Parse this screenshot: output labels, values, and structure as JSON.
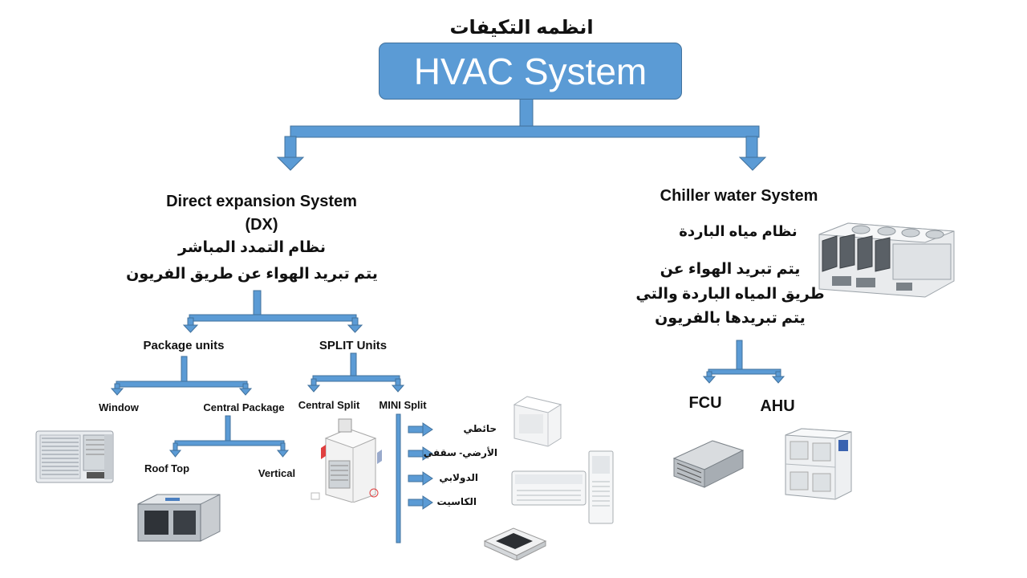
{
  "title_ar": "انظمه التكيفات",
  "root_label": "HVAC System",
  "dx": {
    "title_line1": "Direct expansion System",
    "title_line2": "(DX)",
    "ar_line1": "نظام التمدد المباشر",
    "ar_line2": "يتم تبريد الهواء عن طريق الفريون",
    "package_units": "Package units",
    "split_units": "SPLIT Units",
    "window": "Window",
    "central_package": "Central Package",
    "roof_top": "Roof Top",
    "vertical": "Vertical",
    "central_split": "Central Split",
    "mini_split": "MINI Split",
    "mini_types": [
      "حائطي",
      "الأرضي- سقفي",
      "الدولابي",
      "الكاسيت"
    ]
  },
  "chiller": {
    "title": "Chiller water System",
    "ar_name": "نظام مياه الباردة",
    "ar_desc_line1": "يتم تبريد الهواء عن",
    "ar_desc_line2": "طريق المياه الباردة والتي",
    "ar_desc_line3": "يتم تبريدها بالفريون",
    "fcu": "FCU",
    "ahu": "AHU"
  },
  "colors": {
    "box_fill": "#5b9bd5",
    "box_border": "#41719c",
    "connector": "#5b9bd5"
  },
  "icons": [
    "window-ac-image",
    "rooftop-unit-image",
    "central-split-image",
    "wall-split-image",
    "floor-ceiling-ac-image",
    "floor-standing-ac-image",
    "cassette-ac-image",
    "chiller-image",
    "fcu-image",
    "ahu-image"
  ]
}
